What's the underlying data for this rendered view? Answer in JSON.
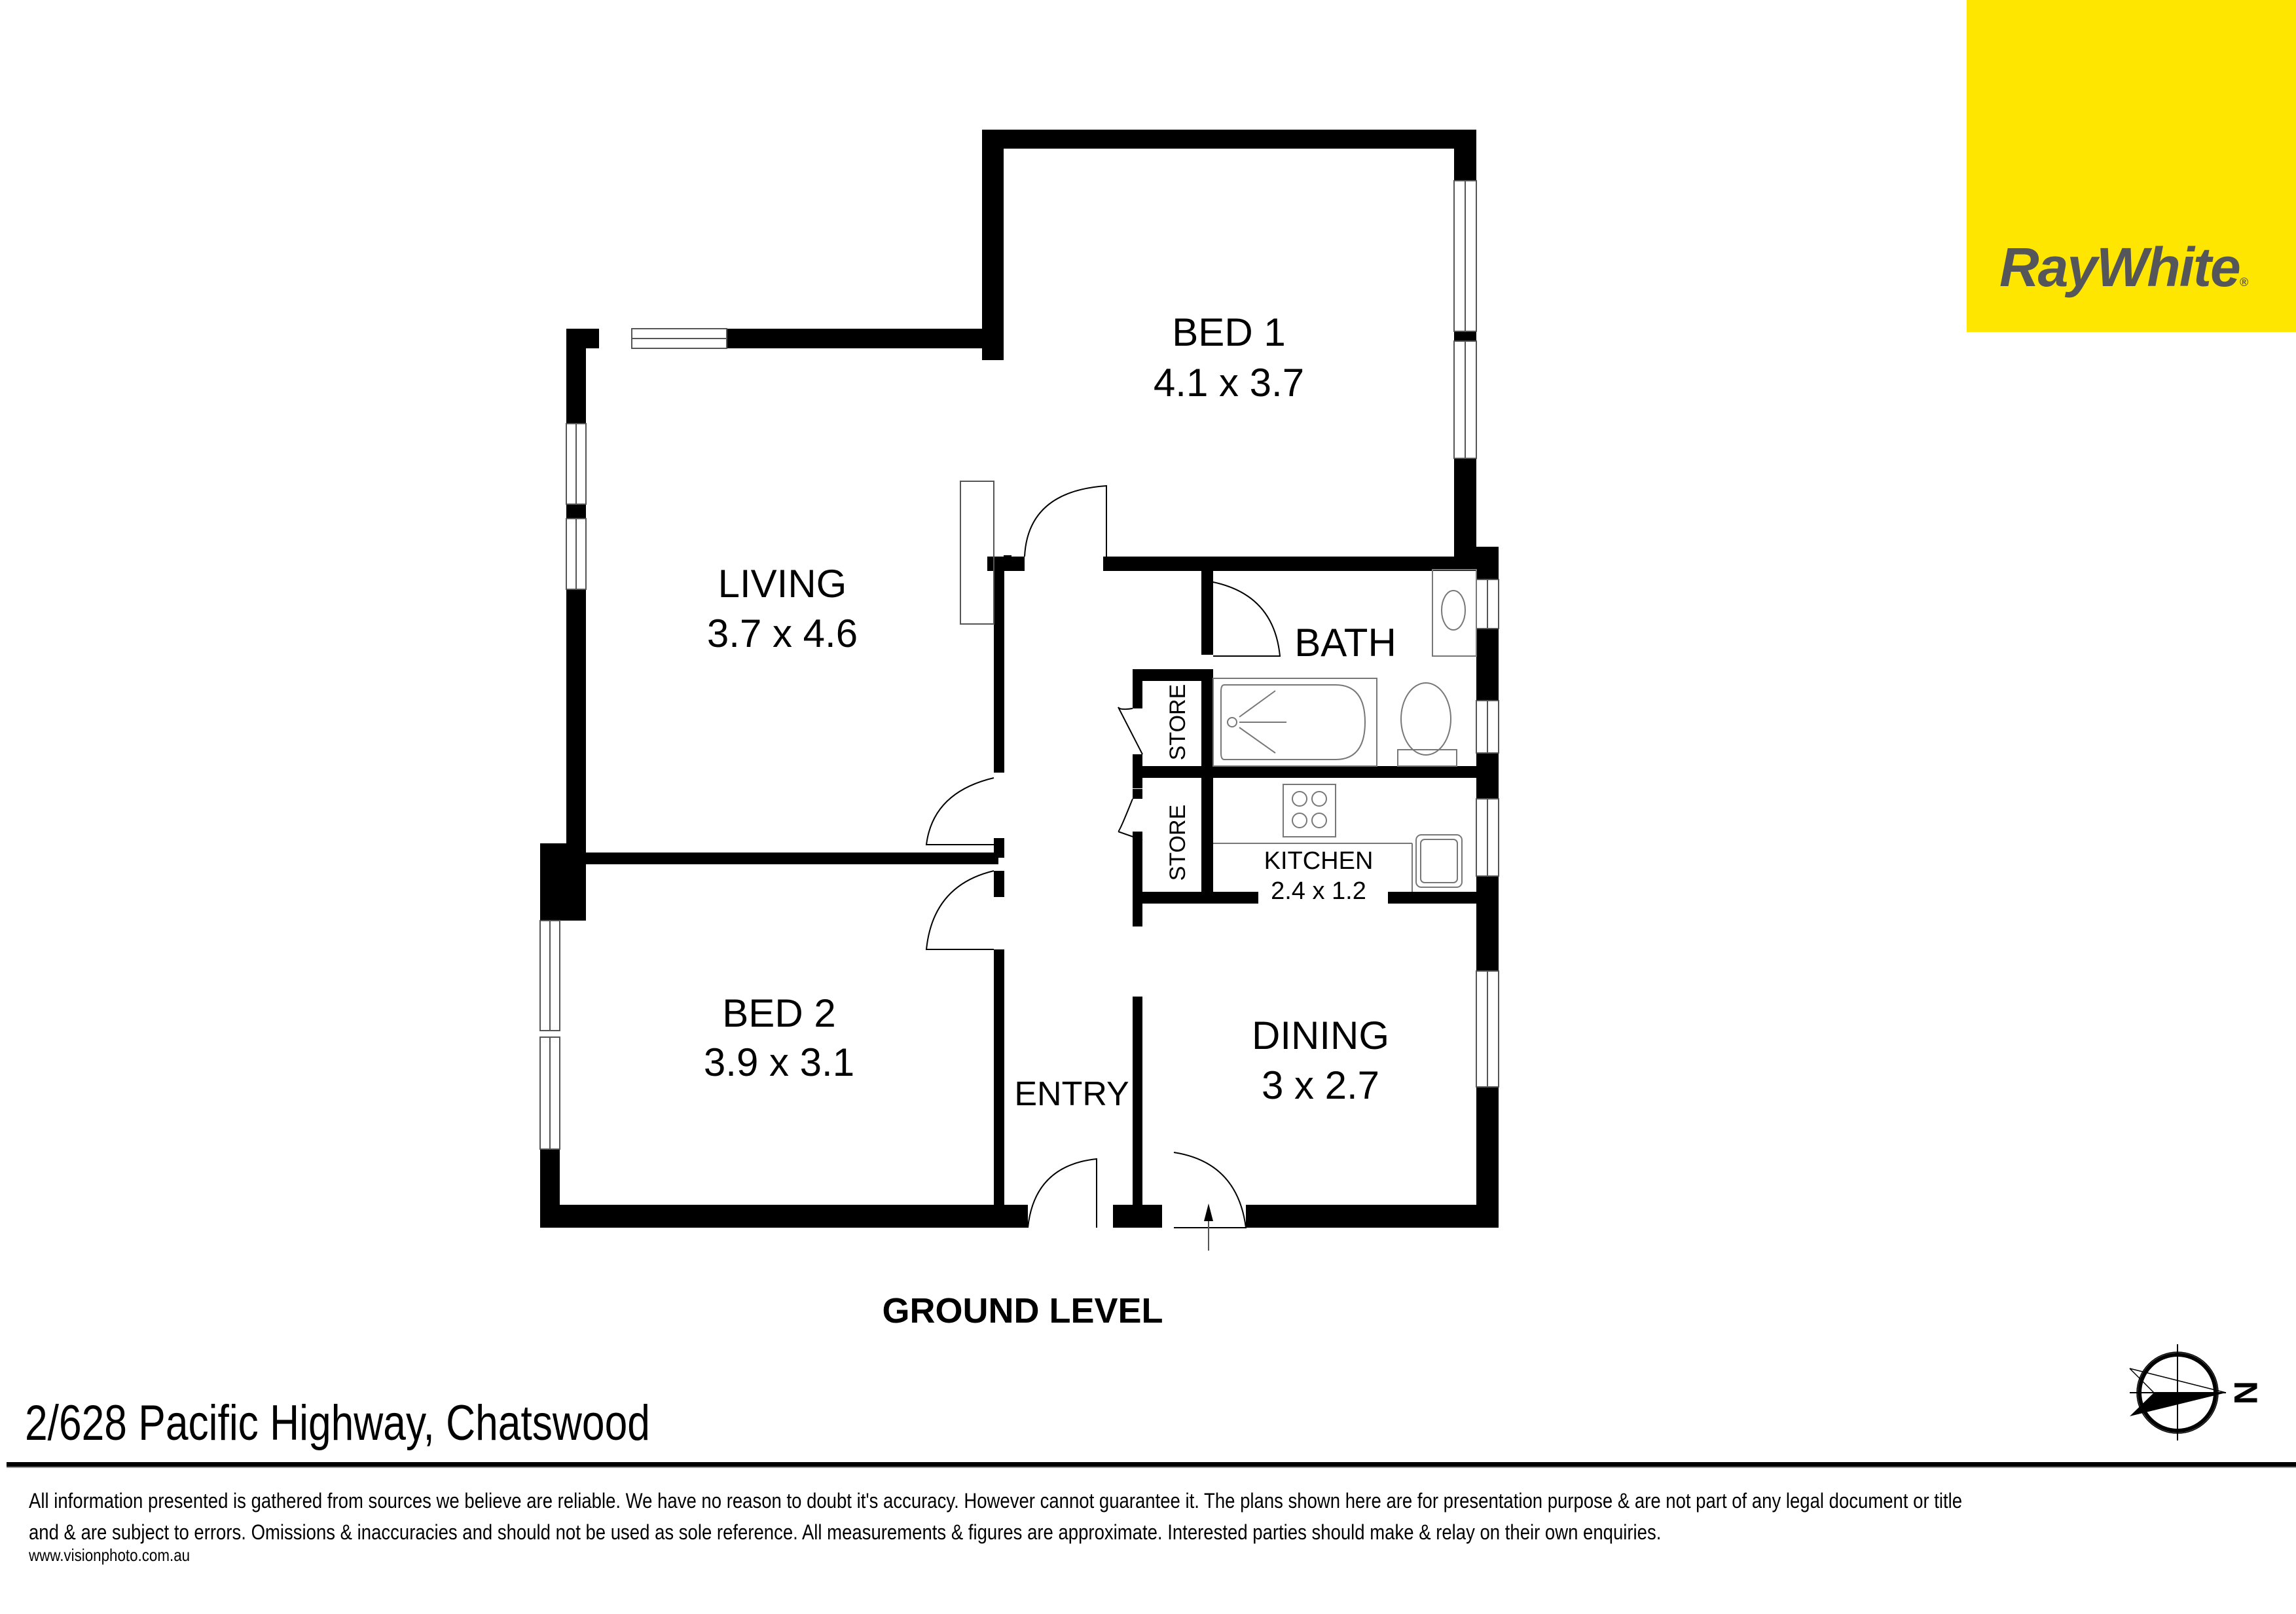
{
  "brand": {
    "name": "Ray White",
    "logo_text": "RayWhite",
    "logo_mark": "®",
    "background_color": "#ffe600",
    "text_color": "#55565a"
  },
  "plan": {
    "level_title": "GROUND LEVEL",
    "wall_color": "#000000",
    "rooms": [
      {
        "id": "bed1",
        "name": "BED 1",
        "size": "4.1 x 3.7"
      },
      {
        "id": "living",
        "name": "LIVING",
        "size": "3.7 x 4.6"
      },
      {
        "id": "bath",
        "name": "BATH",
        "size": ""
      },
      {
        "id": "store1",
        "name": "STORE",
        "size": ""
      },
      {
        "id": "store2",
        "name": "STORE",
        "size": ""
      },
      {
        "id": "kitchen",
        "name": "KITCHEN",
        "size": "2.4 x 1.2"
      },
      {
        "id": "bed2",
        "name": "BED 2",
        "size": "3.9 x 3.1"
      },
      {
        "id": "entry",
        "name": "ENTRY",
        "size": ""
      },
      {
        "id": "dining",
        "name": "DINING",
        "size": "3 x 2.7"
      }
    ],
    "compass": {
      "label": "N",
      "icon": "north-arrow-icon"
    }
  },
  "footer": {
    "address": "2/628 Pacific Highway, Chatswood",
    "disclaimer_line1": "All information presented is gathered from sources we believe are reliable. We have no reason to doubt it's accuracy. However cannot guarantee it. The plans shown here are for presentation purpose & are not part of any legal document or title",
    "disclaimer_line2": "and & are subject to errors. Omissions & inaccuracies and should not be used as sole reference. All measurements & figures are approximate. Interested parties should make & relay on their own enquiries.",
    "website": "www.visionphoto.com.au"
  }
}
